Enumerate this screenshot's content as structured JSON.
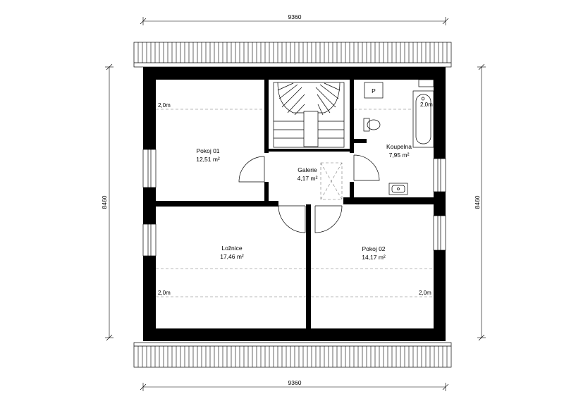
{
  "dimensions": {
    "top_width": "9360",
    "bottom_width": "9360",
    "left_height": "8460",
    "right_height": "8460"
  },
  "rooms": {
    "pokoj01": {
      "name": "Pokoj 01",
      "area": "12,51 m²"
    },
    "galerie": {
      "name": "Galerie",
      "area": "4,17 m²"
    },
    "koupelna": {
      "name": "Koupelna",
      "area": "7,95 m²"
    },
    "loznice": {
      "name": "Ložnice",
      "area": "17,46 m²"
    },
    "pokoj02": {
      "name": "Pokoj 02",
      "area": "14,17 m²"
    }
  },
  "height_labels": {
    "pokoj01": "2,0m",
    "koupelna": "2,0m",
    "loznice": "2,0m",
    "pokoj02": "2,0m"
  },
  "fixtures": {
    "p_box": "P"
  }
}
